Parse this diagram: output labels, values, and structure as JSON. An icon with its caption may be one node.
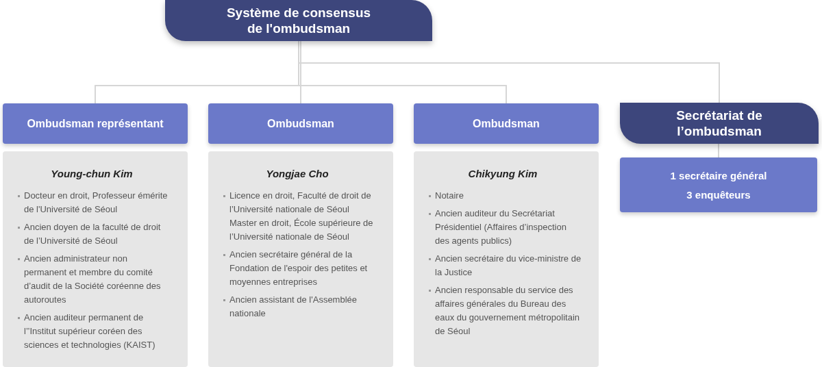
{
  "diagram": {
    "nodes": [
      {
        "text": [
          "Système de consensus de l'ombudsman"
        ]
      },
      {
        "text": [
          "Ombudsman représentant"
        ]
      },
      {
        "text": [
          "Ombudsman"
        ]
      },
      {
        "text": [
          "Ombudsman"
        ]
      },
      {
        "text": [
          "Secrétariat de l’ombudsman"
        ]
      },
      {
        "text": [
          "Young-chun Kim",
          "Docteur en droit, Professeur émérite de l'Université de Séoul",
          "Ancien doyen de la faculté de droit de l’Université de Séoul",
          "Ancien administrateur non permanent et membre du comité d’audit de la Société coréenne des autoroutes",
          "Ancien auditeur permanent de l’’Institut supérieur coréen des sciences et technologies (KAIST)"
        ]
      },
      {
        "text": [
          "Yongjae Cho",
          "Licence en droit, Faculté de droit de l’Université nationale de Séoul Master en droit, École supérieure de l’Université nationale de Séoul",
          "Ancien secrétaire général de la Fondation de l'espoir des petites et moyennes entreprises",
          "Ancien assistant de l'Assemblée nationale"
        ]
      },
      {
        "text": [
          "Chikyung Kim",
          "Notaire",
          "Ancien auditeur du Secrétariat Présidentiel (Affaires d’inspection des agents publics)",
          "Ancien secrétaire du vice-ministre de la Justice",
          "Ancien responsable du service des affaires générales du Bureau des eaux du gouvernement métropolitain de Séoul"
        ]
      },
      {
        "text": [
          "1 secrétaire général",
          "3 enquêteurs"
        ]
      }
    ],
    "edges": [
      {
        "from": 0,
        "to": 1,
        "arrow": "none"
      },
      {
        "from": 0,
        "to": 2,
        "arrow": "none"
      },
      {
        "from": 0,
        "to": 3,
        "arrow": "none"
      },
      {
        "from": 0,
        "to": 4,
        "arrow": "none"
      },
      {
        "from": 4,
        "to": 8,
        "arrow": "none"
      }
    ]
  }
}
